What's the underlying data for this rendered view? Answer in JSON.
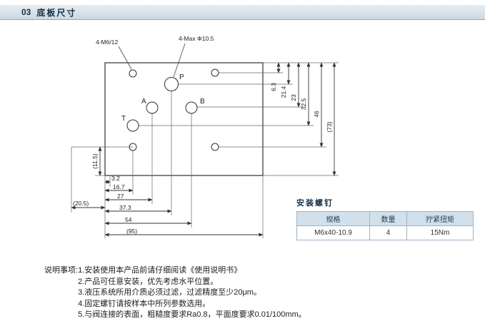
{
  "header": {
    "number": "03",
    "title": "底板尺寸"
  },
  "drawing": {
    "ann_mount": "4-M6/12",
    "ann_max": "4-Max Φ10.5",
    "ports": {
      "p": "P",
      "a": "A",
      "b": "B",
      "t": "T"
    },
    "dims_right": [
      "6.3",
      "21.4",
      "23",
      "32.5",
      "46",
      "(73)"
    ],
    "dims_bottom": [
      "3.2",
      "16.7",
      "27",
      "37.3",
      "54",
      "(95)"
    ],
    "dim_offset_left": "(20.5)",
    "dim_side_left": "(11.5)"
  },
  "screw_table": {
    "title": "安装螺钉",
    "headers": [
      "规格",
      "数量",
      "拧紧扭矩"
    ],
    "row": [
      "M6x40-10.9",
      "4",
      "15Nm"
    ]
  },
  "notes": {
    "label": "说明事项:",
    "items": [
      "1.安装使用本产品前请仔细阅读《使用说明书》",
      "2.产品可任意安装，优先考虑水平位置。",
      "3.液压系统所用介质必须过滤，过滤精度至少20μm。",
      "4.固定螺钉请按样本中所列参数选用。",
      "5.与阀连接的表面，粗糙度要求Ra0.8，平面度要求0.01/100mm。"
    ]
  }
}
